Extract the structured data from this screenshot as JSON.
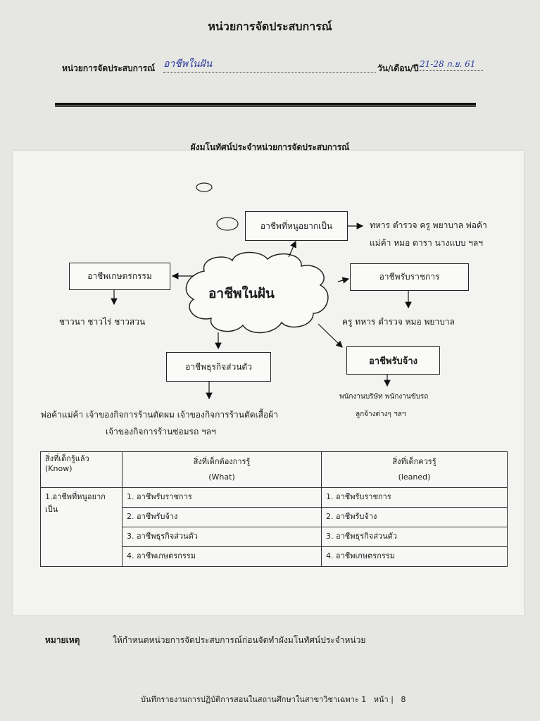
{
  "header": {
    "title": "หน่วยการจัดประสบการณ์",
    "unit_label": "หน่วยการจัดประสบการณ์",
    "unit_value": "อาชีพในฝัน",
    "date_label": "วัน/เดือน/ปี",
    "date_value": "21-28 ก.ย. 61"
  },
  "diagram": {
    "subtitle": "ผังมโนทัศน์ประจำหน่วยการจัดประสบการณ์",
    "center": "อาชีพในฝัน",
    "nodes": [
      {
        "label": "อาชีพที่หนูอยากเป็น",
        "details": [
          "ทหาร  ตำรวจ  ครู พยาบาล พ่อค้า",
          "แม่ค้า หมอ ดารา นางแบบ ฯลฯ"
        ]
      },
      {
        "label": "อาชีพเกษตรกรรม",
        "details": [
          "ชาวนา ชาวไร่  ชาวสวน"
        ]
      },
      {
        "label": "อาชีพรับราชการ",
        "details": [
          "ครู  ทหาร  ตำรวจ หมอ พยาบาล"
        ]
      },
      {
        "label": "อาชีพธุรกิจส่วนตัว",
        "details": [
          "พ่อค้าแม่ค้า  เจ้าของกิจการร้านตัดผม   เจ้าของกิจการร้านตัดเสื้อผ้า",
          "เจ้าของกิจการร้านซ่อมรถ  ฯลฯ"
        ]
      },
      {
        "label": "อาชีพรับจ้าง",
        "details": [
          "พนักงานบริษัท   พนักงานขับรถ",
          "ลูกจ้างต่างๆ ฯลฯ"
        ]
      }
    ]
  },
  "table": {
    "headers": [
      {
        "line1": "สิ่งที่เด็กรู้แล้ว (Know)",
        "line2": ""
      },
      {
        "line1": "สิ่งที่เด็กต้องการรู้",
        "line2": "(What)"
      },
      {
        "line1": "สิ่งที่เด็กควรรู้",
        "line2": "(leaned)"
      }
    ],
    "know": "1.อาชีพที่หนูอยากเป็น",
    "what": [
      "1.  อาชีพรับราชการ",
      "2.  อาชีพรับจ้าง",
      "3. อาชีพธุรกิจส่วนตัว",
      "4. อาชีพเกษตรกรรม"
    ],
    "learned": [
      "1.  อาชีพรับราชการ",
      "2.  อาชีพรับจ้าง",
      "3. อาชีพธุรกิจส่วนตัว",
      "4. อาชีพเกษตรกรรม"
    ]
  },
  "note": {
    "label": "หมายเหตุ",
    "text": "ให้กำหนดหน่วยการจัดประสบการณ์ก่อนจัดทำผังมโนทัศน์ประจำหน่วย"
  },
  "footer": {
    "text": "บันทึกรายงานการปฏิบัติการสอนในสถานศึกษาในสาขาวิชาเฉพาะ 1",
    "page_label": "หน้า |",
    "page_number": "8"
  }
}
